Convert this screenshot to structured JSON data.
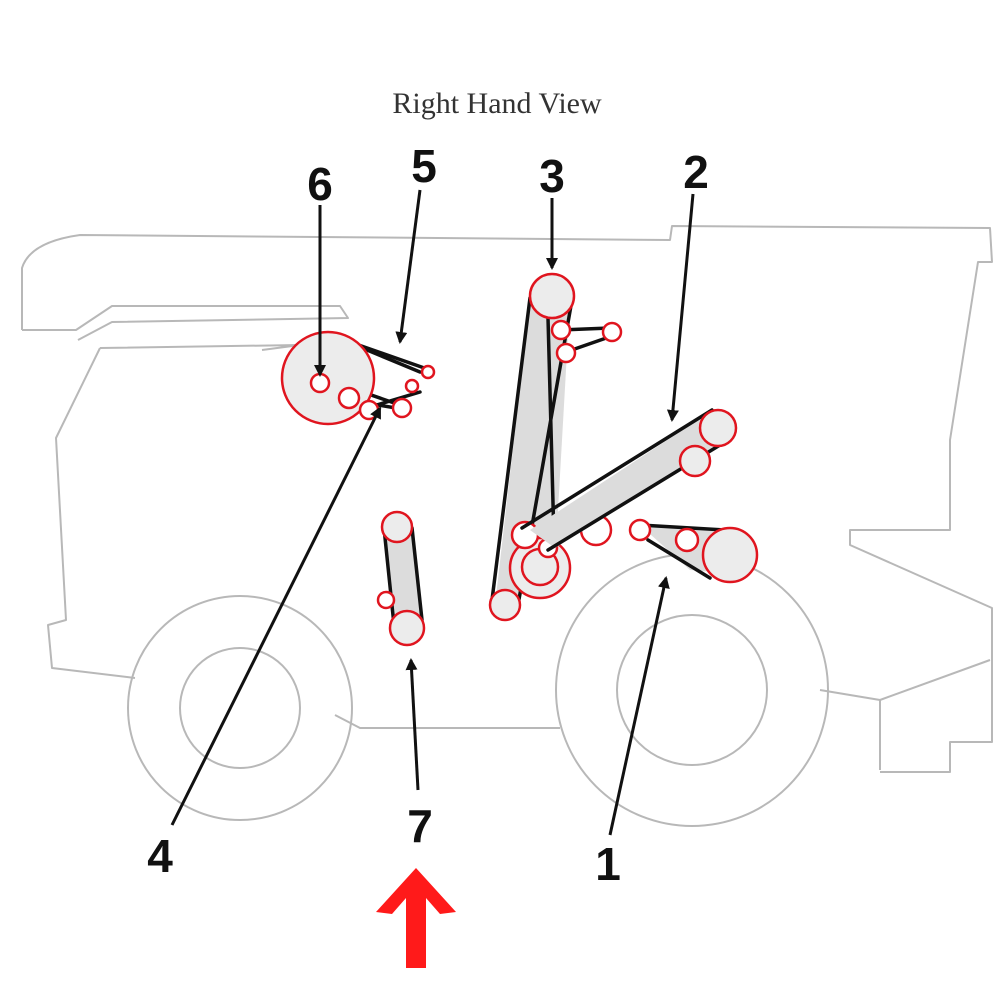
{
  "diagram": {
    "title": "Right Hand View",
    "callouts": [
      {
        "id": "1",
        "label": "1"
      },
      {
        "id": "2",
        "label": "2"
      },
      {
        "id": "3",
        "label": "3"
      },
      {
        "id": "4",
        "label": "4"
      },
      {
        "id": "5",
        "label": "5"
      },
      {
        "id": "6",
        "label": "6"
      },
      {
        "id": "7",
        "label": "7"
      }
    ],
    "highlighted_callout": "7",
    "colors": {
      "pulley_outline": "#e0151f",
      "highlight_arrow": "#ff1a1a",
      "belt": "#111111",
      "machine_outline": "#b8b8b8"
    }
  }
}
